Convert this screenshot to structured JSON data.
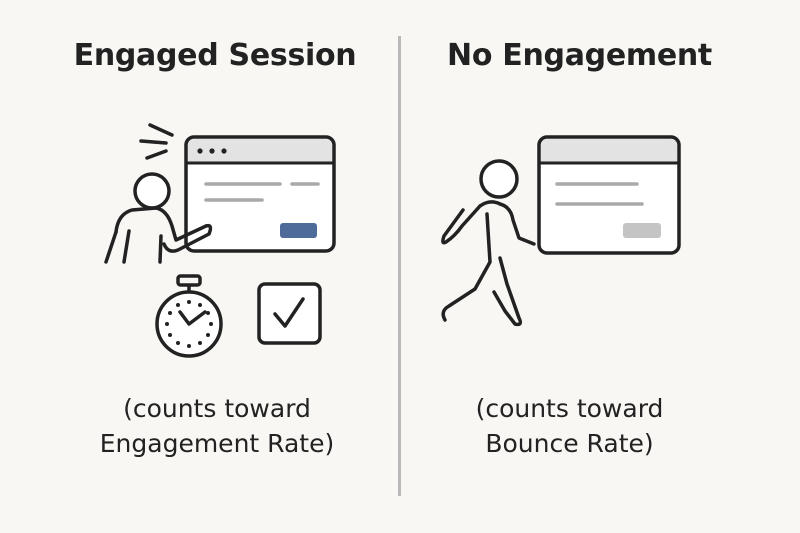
{
  "left_panel": {
    "title": "Engaged Session",
    "caption_line1": "(counts toward",
    "caption_line2": "Engagement Rate)",
    "icons": [
      "person-pointing-icon",
      "browser-window-icon",
      "stopwatch-icon",
      "checkbox-check-icon"
    ]
  },
  "right_panel": {
    "title": "No Engagement",
    "caption_line1": "(counts toward",
    "caption_line2": "Bounce Rate)",
    "icons": [
      "walking-person-icon",
      "browser-window-icon"
    ]
  },
  "colors": {
    "background": "#f8f7f4",
    "stroke": "#222222",
    "divider": "#b9b9b9",
    "window_titlebar": "#e3e3e3",
    "engaged_button": "#4f6b99",
    "inactive_button": "#c4c4c4"
  }
}
